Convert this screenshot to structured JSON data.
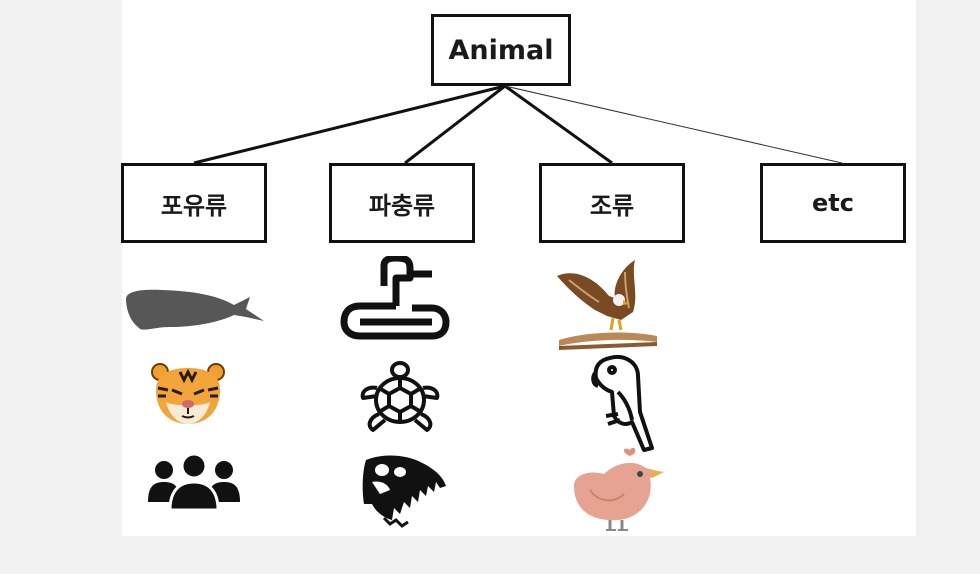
{
  "root": {
    "label": "Animal"
  },
  "categories": [
    {
      "label": "포유류",
      "icons": [
        "whale-icon",
        "tiger-face-icon",
        "people-group-icon"
      ]
    },
    {
      "label": "파충류",
      "icons": [
        "snake-icon",
        "turtle-icon",
        "dinosaur-skull-icon"
      ]
    },
    {
      "label": "조류",
      "icons": [
        "eagle-icon",
        "parrot-icon",
        "chick-bird-icon"
      ]
    },
    {
      "label": "etc",
      "icons": []
    }
  ],
  "colors": {
    "line": "#111111",
    "whale": "#555555",
    "tiger": "#f0a030",
    "bird_pink": "#e6a090",
    "eagle_brown": "#7a4a22"
  }
}
